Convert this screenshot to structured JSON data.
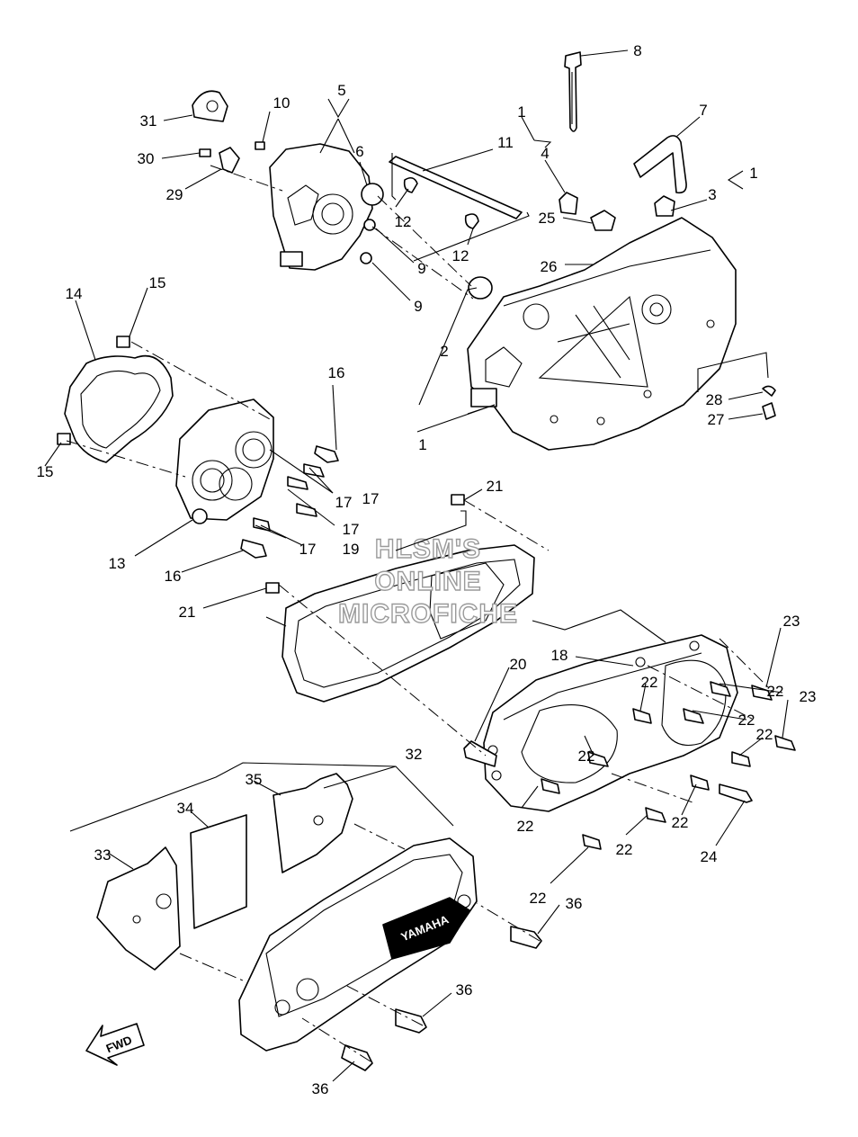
{
  "watermark": [
    "HLSM'S",
    "ONLINE",
    "MICROFICHE"
  ],
  "brand_label": "YAMAHA",
  "direction_label": "FWD",
  "callouts": [
    {
      "id": "c8",
      "text": "8"
    },
    {
      "id": "c5",
      "text": "5"
    },
    {
      "id": "c10",
      "text": "10"
    },
    {
      "id": "c31",
      "text": "31"
    },
    {
      "id": "c30",
      "text": "30"
    },
    {
      "id": "c6",
      "text": "6"
    },
    {
      "id": "c29",
      "text": "29"
    },
    {
      "id": "c11",
      "text": "11"
    },
    {
      "id": "c1a",
      "text": "1"
    },
    {
      "id": "c4",
      "text": "4"
    },
    {
      "id": "c7",
      "text": "7"
    },
    {
      "id": "c1b",
      "text": "1"
    },
    {
      "id": "c3",
      "text": "3"
    },
    {
      "id": "c12a",
      "text": "12"
    },
    {
      "id": "c12b",
      "text": "12"
    },
    {
      "id": "c25",
      "text": "25"
    },
    {
      "id": "c26",
      "text": "26"
    },
    {
      "id": "c9a",
      "text": "9"
    },
    {
      "id": "c9b",
      "text": "9"
    },
    {
      "id": "c14",
      "text": "14"
    },
    {
      "id": "c15a",
      "text": "15"
    },
    {
      "id": "c2",
      "text": "2"
    },
    {
      "id": "c16a",
      "text": "16"
    },
    {
      "id": "c28",
      "text": "28"
    },
    {
      "id": "c27",
      "text": "27"
    },
    {
      "id": "c1c",
      "text": "1"
    },
    {
      "id": "c15b",
      "text": "15"
    },
    {
      "id": "c17a",
      "text": "17"
    },
    {
      "id": "c17b",
      "text": "17"
    },
    {
      "id": "c17c",
      "text": "17"
    },
    {
      "id": "c17d",
      "text": "17"
    },
    {
      "id": "c21a",
      "text": "21"
    },
    {
      "id": "c19",
      "text": "19"
    },
    {
      "id": "c13",
      "text": "13"
    },
    {
      "id": "c16b",
      "text": "16"
    },
    {
      "id": "c21b",
      "text": "21"
    },
    {
      "id": "c23a",
      "text": "23"
    },
    {
      "id": "c18",
      "text": "18"
    },
    {
      "id": "c20",
      "text": "20"
    },
    {
      "id": "c22a",
      "text": "22"
    },
    {
      "id": "c22b",
      "text": "22"
    },
    {
      "id": "c23b",
      "text": "23"
    },
    {
      "id": "c22c",
      "text": "22"
    },
    {
      "id": "c22d",
      "text": "22"
    },
    {
      "id": "c22e",
      "text": "22"
    },
    {
      "id": "c32",
      "text": "32"
    },
    {
      "id": "c35",
      "text": "35"
    },
    {
      "id": "c22f",
      "text": "22"
    },
    {
      "id": "c34",
      "text": "34"
    },
    {
      "id": "c22g",
      "text": "22"
    },
    {
      "id": "c22h",
      "text": "22"
    },
    {
      "id": "c24",
      "text": "24"
    },
    {
      "id": "c33",
      "text": "33"
    },
    {
      "id": "c22i",
      "text": "22"
    },
    {
      "id": "c36a",
      "text": "36"
    },
    {
      "id": "c36b",
      "text": "36"
    },
    {
      "id": "c36c",
      "text": "36"
    }
  ]
}
